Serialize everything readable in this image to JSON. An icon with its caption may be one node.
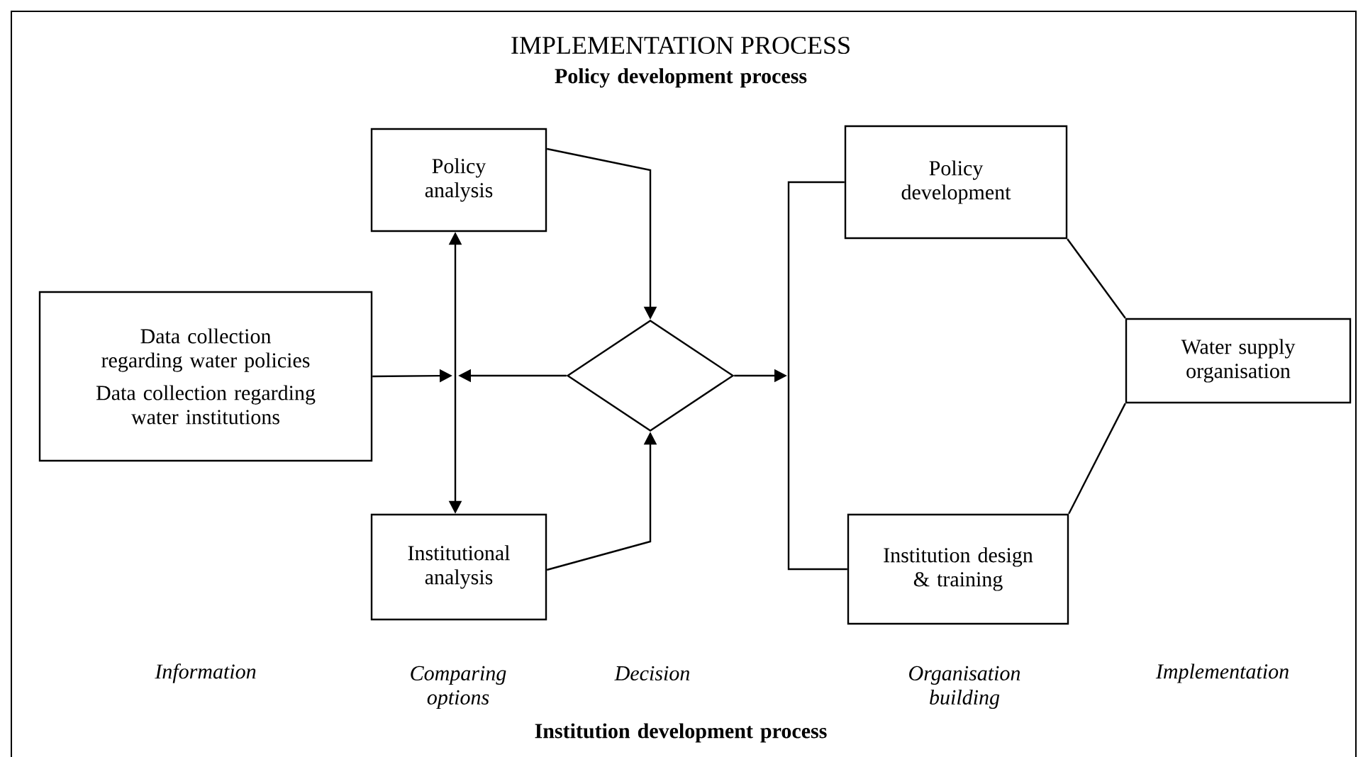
{
  "diagram": {
    "title": "IMPLEMENTATION PROCESS",
    "nodes": [
      {
        "text": [
          "Data collection regarding water policies",
          "Data collection regarding water institutions"
        ]
      },
      {
        "text": [
          "Policy analysis"
        ]
      },
      {
        "text": [
          "Institutional analysis"
        ]
      },
      {
        "text": [],
        "shape": "diamond"
      },
      {
        "text": [
          "Policy development"
        ]
      },
      {
        "text": [
          "Institution design & training"
        ]
      },
      {
        "text": [
          "Water supply organisation"
        ]
      }
    ],
    "edges": [
      {
        "from": 0,
        "to": null,
        "arrow": "to"
      },
      {
        "from": 3,
        "to": null,
        "arrow": "to"
      },
      {
        "from": 1,
        "to": 2,
        "arrow": "both"
      },
      {
        "from": 1,
        "to": 3,
        "arrow": "to"
      },
      {
        "from": 2,
        "to": 3,
        "arrow": "to"
      },
      {
        "from": 3,
        "to": null,
        "arrow": "to"
      },
      {
        "from": 4,
        "to": 5,
        "arrow": "none"
      },
      {
        "from": 4,
        "to": 6,
        "arrow": "none"
      },
      {
        "from": 5,
        "to": 6,
        "arrow": "none"
      }
    ],
    "labels": [
      "Policy development process",
      "Information",
      "Comparing options",
      "Decision",
      "Organisation building",
      "Implementation",
      "Institution development process"
    ]
  }
}
